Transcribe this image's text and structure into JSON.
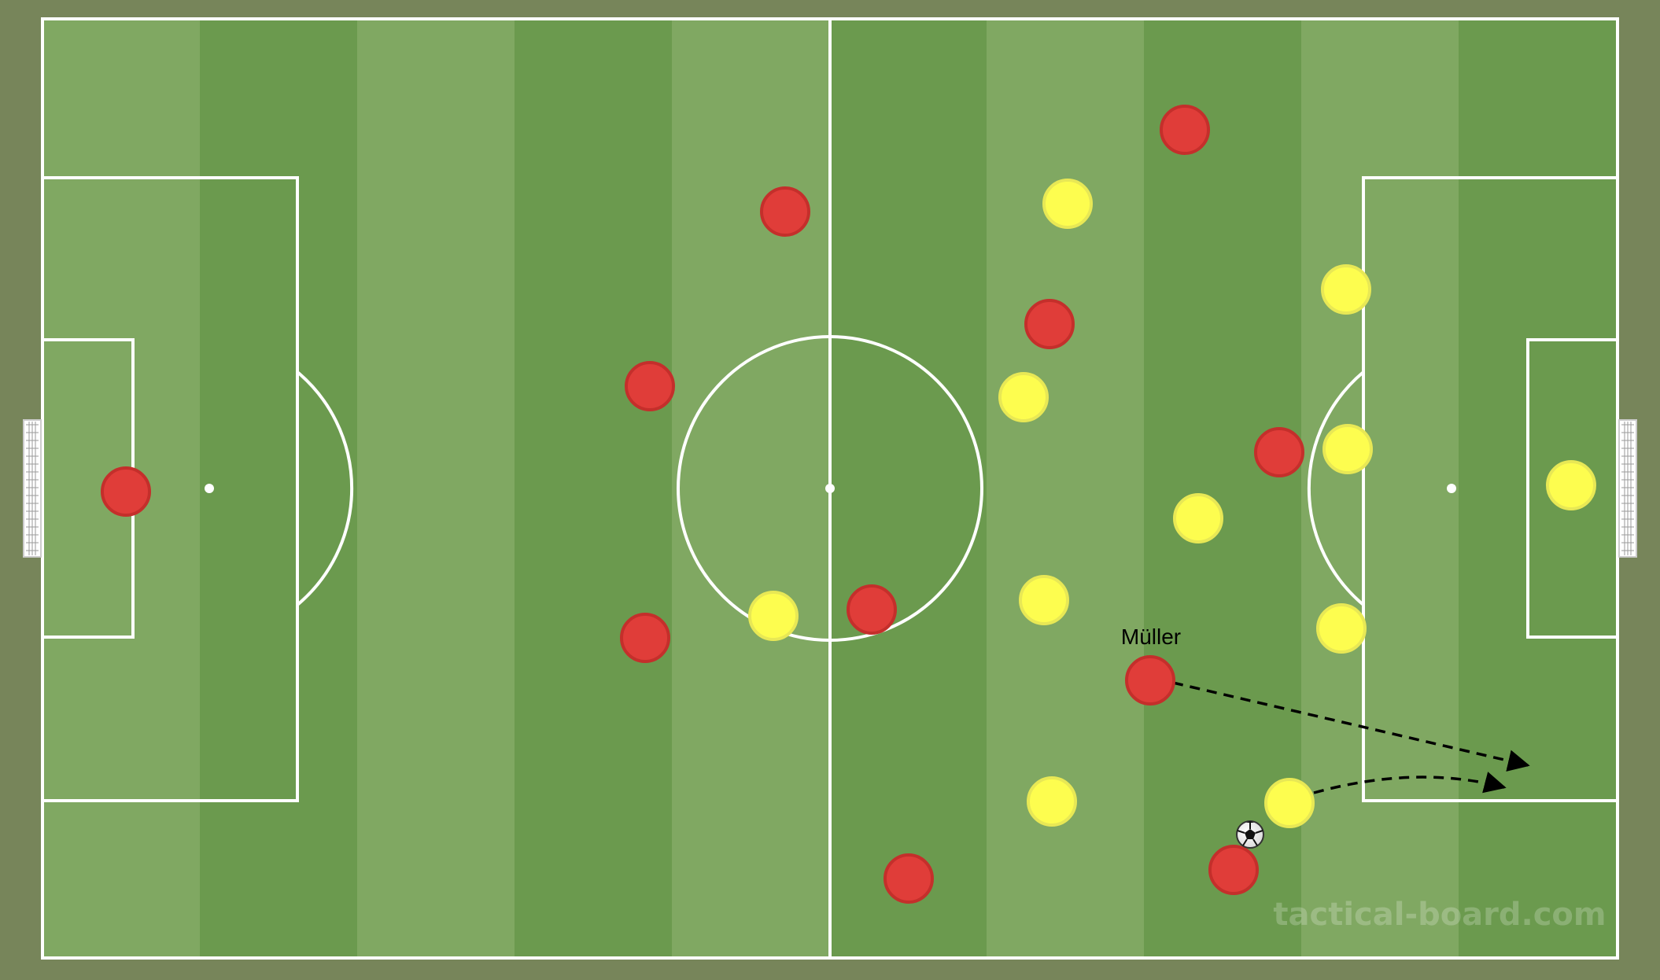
{
  "board": {
    "watermark": "tactical-board.com",
    "colors": {
      "outer": "#77855a",
      "stripe_light": "#80a862",
      "stripe_dark": "#6b9a4e",
      "lines": "#ffffff",
      "team_red": "#e03d39",
      "team_red_border": "#c42f2b",
      "team_yellow": "#fdfd4f",
      "team_yellow_border": "#e8e855",
      "arrow": "#000000"
    }
  },
  "players": {
    "red": [
      {
        "id": "r1"
      },
      {
        "id": "r2"
      },
      {
        "id": "r3"
      },
      {
        "id": "r4"
      },
      {
        "id": "r5"
      },
      {
        "id": "r6"
      },
      {
        "id": "r7"
      },
      {
        "id": "r8"
      },
      {
        "id": "r9"
      },
      {
        "id": "r10",
        "label": "Müller"
      },
      {
        "id": "r11"
      }
    ],
    "yellow": [
      {
        "id": "y1"
      },
      {
        "id": "y2"
      },
      {
        "id": "y3"
      },
      {
        "id": "y4"
      },
      {
        "id": "y5"
      },
      {
        "id": "y6"
      },
      {
        "id": "y7"
      },
      {
        "id": "y8"
      },
      {
        "id": "y9"
      },
      {
        "id": "y10"
      },
      {
        "id": "y11"
      }
    ]
  },
  "ball": {
    "icon": "soccer-ball-icon"
  },
  "movements": [
    {
      "from": "r10",
      "style": "dashed-straight-arrow"
    },
    {
      "from": "y10",
      "style": "dashed-curved-arrow"
    }
  ]
}
